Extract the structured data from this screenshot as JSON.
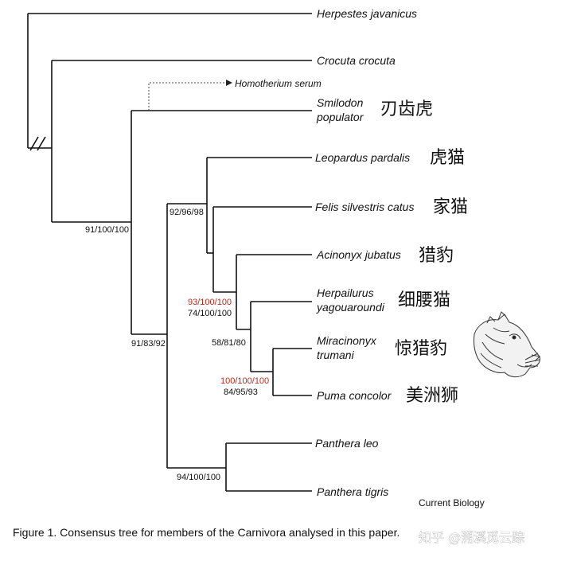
{
  "taxa": {
    "herpestes": "Herpestes javanicus",
    "crocuta": "Crocuta crocuta",
    "homotherium": "Homotherium serum",
    "smilodon_line1": "Smilodon",
    "smilodon_line2": "populator",
    "leopardus": "Leopardus pardalis",
    "felis": "Felis silvestris catus",
    "acinonyx": "Acinonyx jubatus",
    "herpailurus_line1": "Herpailurus",
    "herpailurus_line2": "yagouaroundi",
    "miracinonyx_line1": "Miracinonyx",
    "miracinonyx_line2": "trumani",
    "puma": "Puma concolor",
    "leo": "Panthera leo",
    "tigris": "Panthera tigris"
  },
  "chinese_names": {
    "smilodon": "刃齿虎",
    "leopardus": "虎猫",
    "felis": "家猫",
    "acinonyx": "猎豹",
    "herpailurus": "细腰猫",
    "miracinonyx": "惊猎豹",
    "puma": "美洲狮"
  },
  "support_values": {
    "crocuta_split": "91/100/100",
    "felidae_crown": "91/83/92",
    "felinae": "92/96/98",
    "acinonyx_clade_red": "93/100/100",
    "acinonyx_clade_black": "74/100/100",
    "herpailurus_clade": "58/81/80",
    "puma_clade_red": "100/100/100",
    "puma_clade_black": "84/95/93",
    "panthera": "94/100/100"
  },
  "credit": "Current Biology",
  "caption": "Figure 1. Consensus tree for members of the Carnivora analysed in this paper.",
  "watermark": "知乎 @溯溪觅云踪",
  "colors": {
    "branch": "#111111",
    "highlight_support": "#c0281c"
  }
}
